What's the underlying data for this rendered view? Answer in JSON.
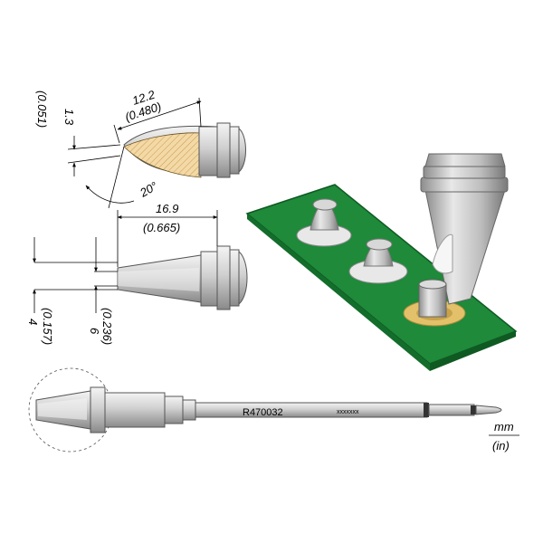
{
  "dimensions": {
    "bevel_thickness_mm": "1.3",
    "bevel_thickness_in": "(0.051)",
    "bevel_length_mm": "12.2",
    "bevel_length_in": "(0.480)",
    "angle": "20°",
    "tip_length_mm": "16.9",
    "tip_length_in": "(0.665)",
    "tip_width_mm": "4",
    "tip_width_in": "(0.157)",
    "tip_height_mm": "6",
    "tip_height_in": "(0.236)"
  },
  "cartridge": {
    "part_number": "R470032",
    "serial_placeholder": "xxxxxxx"
  },
  "units": {
    "primary": "mm",
    "secondary": "(in)"
  },
  "colors": {
    "pcb_green": "#1e8a3a",
    "pcb_edge": "#0f5a22",
    "pad_gold": "#e2c16a",
    "metal_light": "#e6e6e6",
    "metal_dark": "#8f8f8f",
    "bevel_fill": "#f3d9a6",
    "hatch": "#c8a060"
  }
}
